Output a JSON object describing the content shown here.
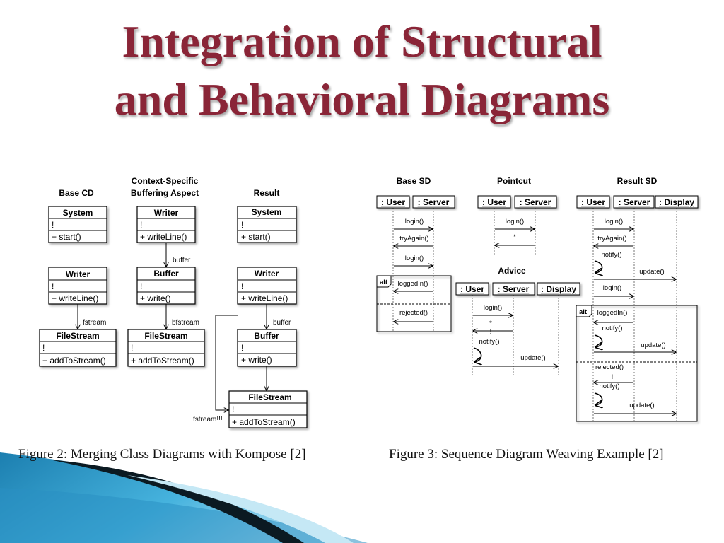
{
  "slide": {
    "title_line1": "Integration of Structural",
    "title_line2": "and Behavioral Diagrams"
  },
  "captions": {
    "figure2": "Figure 2: Merging Class Diagrams with Kompose  [2]",
    "figure3": "Figure 3: Sequence Diagram Weaving Example [2]"
  },
  "class_diagrams": {
    "base_cd_header": "Base CD",
    "aspect_header_line1": "Context-Specific",
    "aspect_header_line2": "Buffering Aspect",
    "result_header": "Result",
    "base_system": {
      "name": "System",
      "attr": "!",
      "op": "+ start()"
    },
    "base_writer": {
      "name": "Writer",
      "attr": "!",
      "op": "+ writeLine()"
    },
    "base_filestream": {
      "name": "FileStream",
      "attr": "!",
      "op": "+ addToStream()"
    },
    "aspect_writer": {
      "name": "Writer",
      "attr": "!",
      "op": "+ writeLine()"
    },
    "aspect_buffer": {
      "name": "Buffer",
      "attr": "!",
      "op": "+ write()"
    },
    "aspect_filestream": {
      "name": "FileStream",
      "attr": "!",
      "op": "+ addToStream()"
    },
    "result_system": {
      "name": "System",
      "attr": "!",
      "op": "+ start()"
    },
    "result_writer": {
      "name": "Writer",
      "attr": "!",
      "op": "+ writeLine()"
    },
    "result_buffer": {
      "name": "Buffer",
      "attr": "!",
      "op": "+ write()"
    },
    "result_filestream": {
      "name": "FileStream",
      "attr": "!",
      "op": "+ addToStream()"
    },
    "assoc_base_fstream": "fstream",
    "assoc_aspect_buffer": "buffer",
    "assoc_aspect_bfstream": "bfstream",
    "assoc_result_buffer": "buffer",
    "assoc_result_fstream": "fstream!!!"
  },
  "sequence_diagrams": {
    "base_sd_header": "Base SD",
    "pointcut_header": "Pointcut",
    "result_sd_header": "Result SD",
    "advice_header": "Advice",
    "obj_user": ": User",
    "obj_server": ": Server",
    "obj_display": ": Display",
    "alt": "alt",
    "msg_login": "login()",
    "msg_try_again": "tryAgain()",
    "msg_logged_in": "loggedIn()",
    "msg_rejected": "rejected()",
    "msg_notify": "notify()",
    "msg_update": "update()",
    "msg_star": "*",
    "msg_bang": "!"
  }
}
